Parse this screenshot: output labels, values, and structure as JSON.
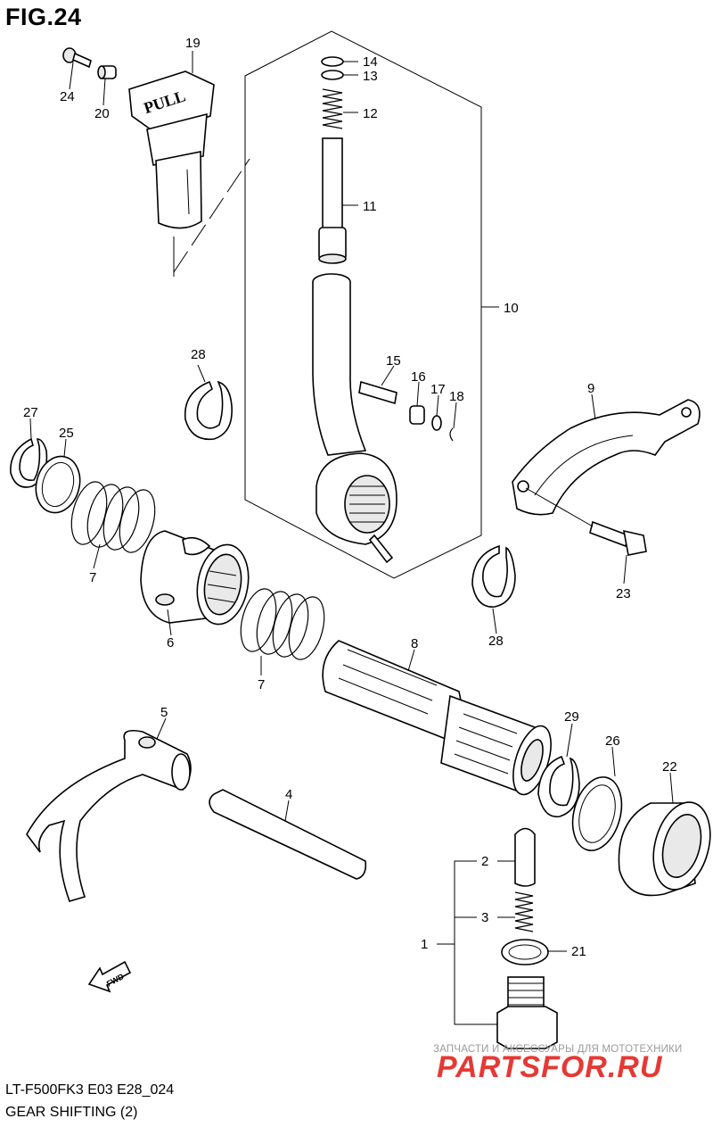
{
  "figure": {
    "title": "FIG.24",
    "model_code": "LT-F500FK3 E03 E28_024",
    "caption": "GEAR SHIFTING (2)"
  },
  "parts": [
    {
      "ref": "1"
    },
    {
      "ref": "2"
    },
    {
      "ref": "3"
    },
    {
      "ref": "4"
    },
    {
      "ref": "5"
    },
    {
      "ref": "6"
    },
    {
      "ref": "7"
    },
    {
      "ref": "7"
    },
    {
      "ref": "8"
    },
    {
      "ref": "9"
    },
    {
      "ref": "10"
    },
    {
      "ref": "11"
    },
    {
      "ref": "12"
    },
    {
      "ref": "13"
    },
    {
      "ref": "14"
    },
    {
      "ref": "15"
    },
    {
      "ref": "16"
    },
    {
      "ref": "17"
    },
    {
      "ref": "18"
    },
    {
      "ref": "19"
    },
    {
      "ref": "20"
    },
    {
      "ref": "21"
    },
    {
      "ref": "22"
    },
    {
      "ref": "23"
    },
    {
      "ref": "24"
    },
    {
      "ref": "25"
    },
    {
      "ref": "26"
    },
    {
      "ref": "27"
    },
    {
      "ref": "28"
    },
    {
      "ref": "28"
    },
    {
      "ref": "29"
    }
  ],
  "knob_text": "PULL",
  "fwd_arrow_text": "FWD",
  "watermark": {
    "tagline": "ЗАПЧАСТИ И АКСЕССУАРЫ ДЛЯ МОТОТЕХНИКИ",
    "brand": "PARTSFOR.RU",
    "color": "#e53935"
  }
}
